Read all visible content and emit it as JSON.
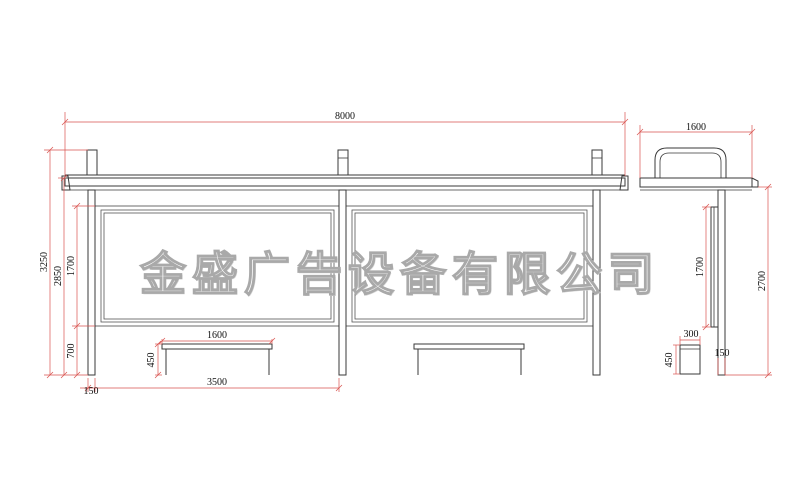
{
  "watermark": "金盛广告设备有限公司",
  "dimensions": {
    "overall_width": "8000",
    "side_width": "1600",
    "total_height": "3250",
    "frame_height": "2850",
    "panel_height": "1700",
    "base_height": "700",
    "bench_width": "1600",
    "bench_height": "450",
    "post_offset": "150",
    "panel_span": "3500",
    "side_panel_height": "1700",
    "side_height": "2700",
    "bin_width": "300",
    "bin_height": "450",
    "side_post_offset": "150"
  },
  "colors": {
    "line": "#3a3a3a",
    "dimension": "#d9534f",
    "watermark_outline": "#a9a9a9"
  }
}
